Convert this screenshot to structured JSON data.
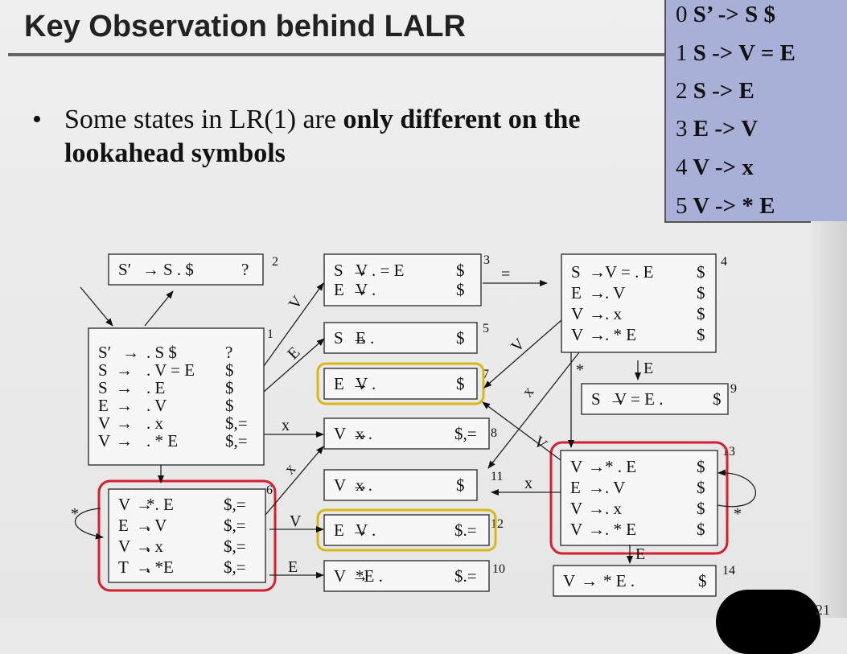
{
  "slide": {
    "title": "Key Observation behind LALR",
    "bullet_prefix": "Some states in LR(1) are ",
    "bullet_bold": "only different on the lookahead symbols",
    "page_number": "21"
  },
  "grammar": [
    {
      "num": "0",
      "rule": "S’ -> S $"
    },
    {
      "num": "1",
      "rule": "S -> V = E"
    },
    {
      "num": "2",
      "rule": "S -> E"
    },
    {
      "num": "3",
      "rule": "E -> V"
    },
    {
      "num": "4",
      "rule": "V -> x"
    },
    {
      "num": "5",
      "rule": "V -> * E"
    }
  ],
  "colors": {
    "red_highlight": "#d32030",
    "yellow_highlight": "#d8b818",
    "grammar_bg": "#a9b0d8"
  },
  "states": [
    {
      "id": "2",
      "items": [
        {
          "lhs": "S′",
          "rhs": "S . $",
          "la": "?"
        }
      ]
    },
    {
      "id": "1",
      "items": [
        {
          "lhs": "S′",
          "rhs": ". S $",
          "la": "?"
        },
        {
          "lhs": "S",
          "rhs": ". V = E",
          "la": "$"
        },
        {
          "lhs": "S",
          "rhs": ". E",
          "la": "$"
        },
        {
          "lhs": "E",
          "rhs": ". V",
          "la": "$"
        },
        {
          "lhs": "V",
          "rhs": ". x",
          "la": "$,="
        },
        {
          "lhs": "V",
          "rhs": ". * E",
          "la": "$,="
        }
      ]
    },
    {
      "id": "6",
      "items": [
        {
          "lhs": "V",
          "rhs": "*. E",
          "la": "$,="
        },
        {
          "lhs": "E",
          "rhs": ". V",
          "la": "$,="
        },
        {
          "lhs": "V",
          "rhs": ". x",
          "la": "$,="
        },
        {
          "lhs": "T",
          "rhs": ". *E",
          "la": "$,="
        }
      ]
    },
    {
      "id": "3",
      "items": [
        {
          "lhs": "S",
          "rhs": "V . = E",
          "la": "$"
        },
        {
          "lhs": "E",
          "rhs": "V .",
          "la": "$"
        }
      ]
    },
    {
      "id": "5",
      "items": [
        {
          "lhs": "S",
          "rhs": "E .",
          "la": "$"
        }
      ]
    },
    {
      "id": "7",
      "items": [
        {
          "lhs": "E",
          "rhs": "V .",
          "la": "$"
        }
      ]
    },
    {
      "id": "8",
      "items": [
        {
          "lhs": "V",
          "rhs": "x .",
          "la": "$,="
        }
      ]
    },
    {
      "id": "11",
      "items": [
        {
          "lhs": "V",
          "rhs": "x .",
          "la": "$"
        }
      ]
    },
    {
      "id": "12",
      "items": [
        {
          "lhs": "E",
          "rhs": "V .",
          "la": "$.="
        }
      ]
    },
    {
      "id": "10",
      "items": [
        {
          "lhs": "V",
          "rhs": "*E .",
          "la": "$.="
        }
      ]
    },
    {
      "id": "4",
      "items": [
        {
          "lhs": "S",
          "rhs": "V = . E",
          "la": "$"
        },
        {
          "lhs": "E",
          "rhs": ". V",
          "la": "$"
        },
        {
          "lhs": "V",
          "rhs": ". x",
          "la": "$"
        },
        {
          "lhs": "V",
          "rhs": ". * E",
          "la": "$"
        }
      ]
    },
    {
      "id": "9",
      "items": [
        {
          "lhs": "S",
          "rhs": "V = E .",
          "la": "$"
        }
      ]
    },
    {
      "id": "13",
      "items": [
        {
          "lhs": "V",
          "rhs": "* . E",
          "la": "$"
        },
        {
          "lhs": "E",
          "rhs": ". V",
          "la": "$"
        },
        {
          "lhs": "V",
          "rhs": ". x",
          "la": "$"
        },
        {
          "lhs": "V",
          "rhs": ". * E",
          "la": "$"
        }
      ]
    },
    {
      "id": "14",
      "items": [
        {
          "lhs": "V",
          "rhs": "* E .",
          "la": "$"
        }
      ]
    }
  ],
  "edge_labels": {
    "V": "V",
    "E": "E",
    "x": "x",
    "star": "*",
    "eq": "="
  }
}
